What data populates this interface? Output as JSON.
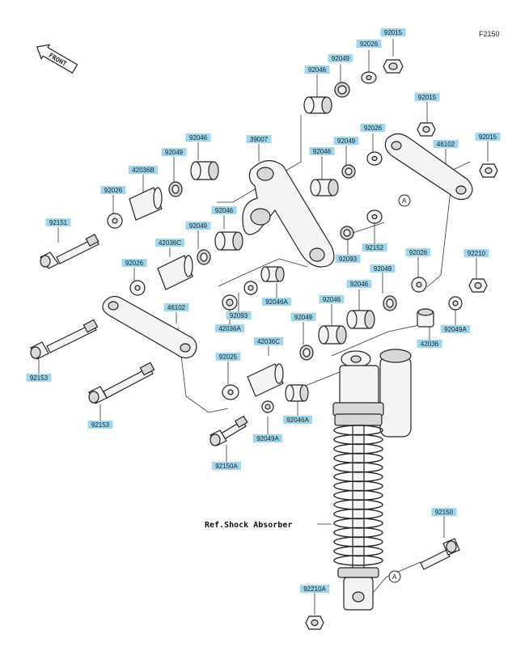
{
  "diagram_code": "F2150",
  "front_badge": "FRONT",
  "ref_label": "Ref.Shock Absorber",
  "marker_a": "A",
  "labels": [
    {
      "id": "l1",
      "text": "92015"
    },
    {
      "id": "l2",
      "text": "92026"
    },
    {
      "id": "l3",
      "text": "92049"
    },
    {
      "id": "l4",
      "text": "92046"
    },
    {
      "id": "l5",
      "text": "92015"
    },
    {
      "id": "l6",
      "text": "92026"
    },
    {
      "id": "l7",
      "text": "92049"
    },
    {
      "id": "l8",
      "text": "92046"
    },
    {
      "id": "l9",
      "text": "39007"
    },
    {
      "id": "l10",
      "text": "46102"
    },
    {
      "id": "l11",
      "text": "92015"
    },
    {
      "id": "l12",
      "text": "92046"
    },
    {
      "id": "l13",
      "text": "92049"
    },
    {
      "id": "l14",
      "text": "42036B"
    },
    {
      "id": "l15",
      "text": "92026"
    },
    {
      "id": "l16",
      "text": "92046"
    },
    {
      "id": "l17",
      "text": "92049"
    },
    {
      "id": "l18",
      "text": "92151"
    },
    {
      "id": "l19",
      "text": "42036C"
    },
    {
      "id": "l20",
      "text": "92152"
    },
    {
      "id": "l21",
      "text": "92093"
    },
    {
      "id": "l22",
      "text": "92049"
    },
    {
      "id": "l23",
      "text": "92026"
    },
    {
      "id": "l24",
      "text": "92026"
    },
    {
      "id": "l25",
      "text": "92210"
    },
    {
      "id": "l26",
      "text": "92046A"
    },
    {
      "id": "l27",
      "text": "92046"
    },
    {
      "id": "l28",
      "text": "46102"
    },
    {
      "id": "l29",
      "text": "92093"
    },
    {
      "id": "l30",
      "text": "92046"
    },
    {
      "id": "l31",
      "text": "42036A"
    },
    {
      "id": "l32",
      "text": "92049"
    },
    {
      "id": "l33",
      "text": "92049A"
    },
    {
      "id": "l34",
      "text": "42036C"
    },
    {
      "id": "l35",
      "text": "42036"
    },
    {
      "id": "l36",
      "text": "92153"
    },
    {
      "id": "l37",
      "text": "92025"
    },
    {
      "id": "l38",
      "text": "92046A"
    },
    {
      "id": "l39",
      "text": "92153"
    },
    {
      "id": "l40",
      "text": "92049A"
    },
    {
      "id": "l41",
      "text": "92150A"
    },
    {
      "id": "l42",
      "text": "92150"
    },
    {
      "id": "l43",
      "text": "92210A"
    }
  ]
}
